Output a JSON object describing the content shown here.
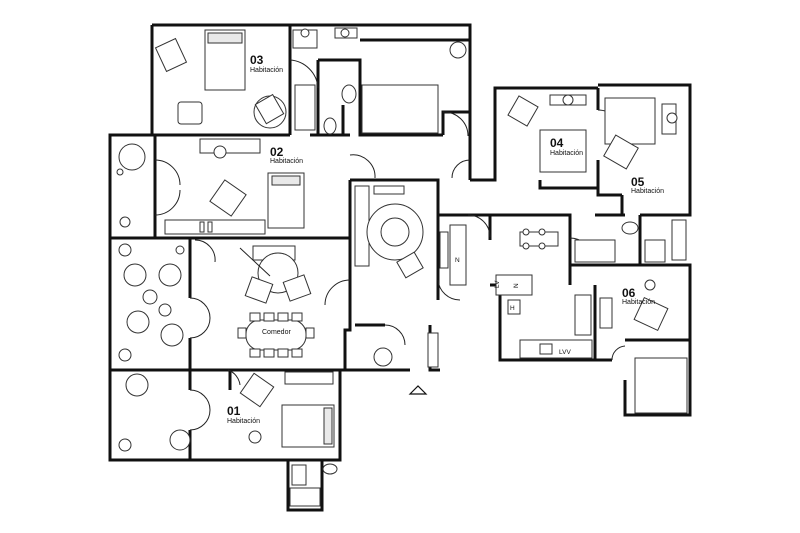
{
  "rooms": [
    {
      "id": "r01",
      "number": "01",
      "name": "Habitación"
    },
    {
      "id": "r02",
      "number": "02",
      "name": "Habitación"
    },
    {
      "id": "r03",
      "number": "03",
      "name": "Habitación"
    },
    {
      "id": "r04",
      "number": "04",
      "name": "Habitación"
    },
    {
      "id": "r05",
      "number": "05",
      "name": "Habitación"
    },
    {
      "id": "r06",
      "number": "06",
      "name": "Habitación"
    }
  ],
  "dining": {
    "label": "Comedor"
  },
  "kitchen": {
    "appliance_labels": [
      "LV",
      "N",
      "N",
      "H",
      "LVV"
    ]
  },
  "icons": {
    "entrance": "entrance-arrow-icon"
  }
}
